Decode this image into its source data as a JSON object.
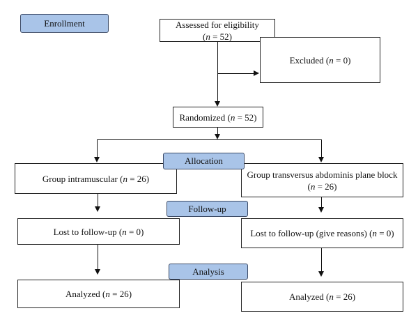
{
  "stages": {
    "enrollment": "Enrollment",
    "allocation": "Allocation",
    "follow_up": "Follow-up",
    "analysis": "Analysis"
  },
  "boxes": {
    "assessed": {
      "label": "Assessed for eligibility",
      "n_open": "(",
      "n_var": "n",
      "n_value": " = 52)"
    },
    "excluded": {
      "label": "Excluded ",
      "n_open": "(",
      "n_var": "n",
      "n_value": " = 0)"
    },
    "randomized": {
      "label": "Randomized ",
      "n_open": "(",
      "n_var": "n",
      "n_value": " = 52)"
    },
    "group_im": {
      "label": "Group intramuscular ",
      "n_open": "(",
      "n_var": "n",
      "n_value": " = 26)"
    },
    "group_tap": {
      "label": "Group transversus abdominis plane block",
      "n_open": "(",
      "n_var": "n",
      "n_value": " = 26)"
    },
    "lost_im": {
      "label": "Lost to follow-up ",
      "n_open": "(",
      "n_var": "n",
      "n_value": " = 0)"
    },
    "lost_tap": {
      "label": "Lost to follow-up (give reasons) ",
      "n_open": "(",
      "n_var": "n",
      "n_value": " = 0)"
    },
    "analyzed_im": {
      "label": "Analyzed ",
      "n_open": "(",
      "n_var": "n",
      "n_value": " = 26)"
    },
    "analyzed_tap": {
      "label": "Analyzed ",
      "n_open": "(",
      "n_var": "n",
      "n_value": " = 26)"
    }
  }
}
